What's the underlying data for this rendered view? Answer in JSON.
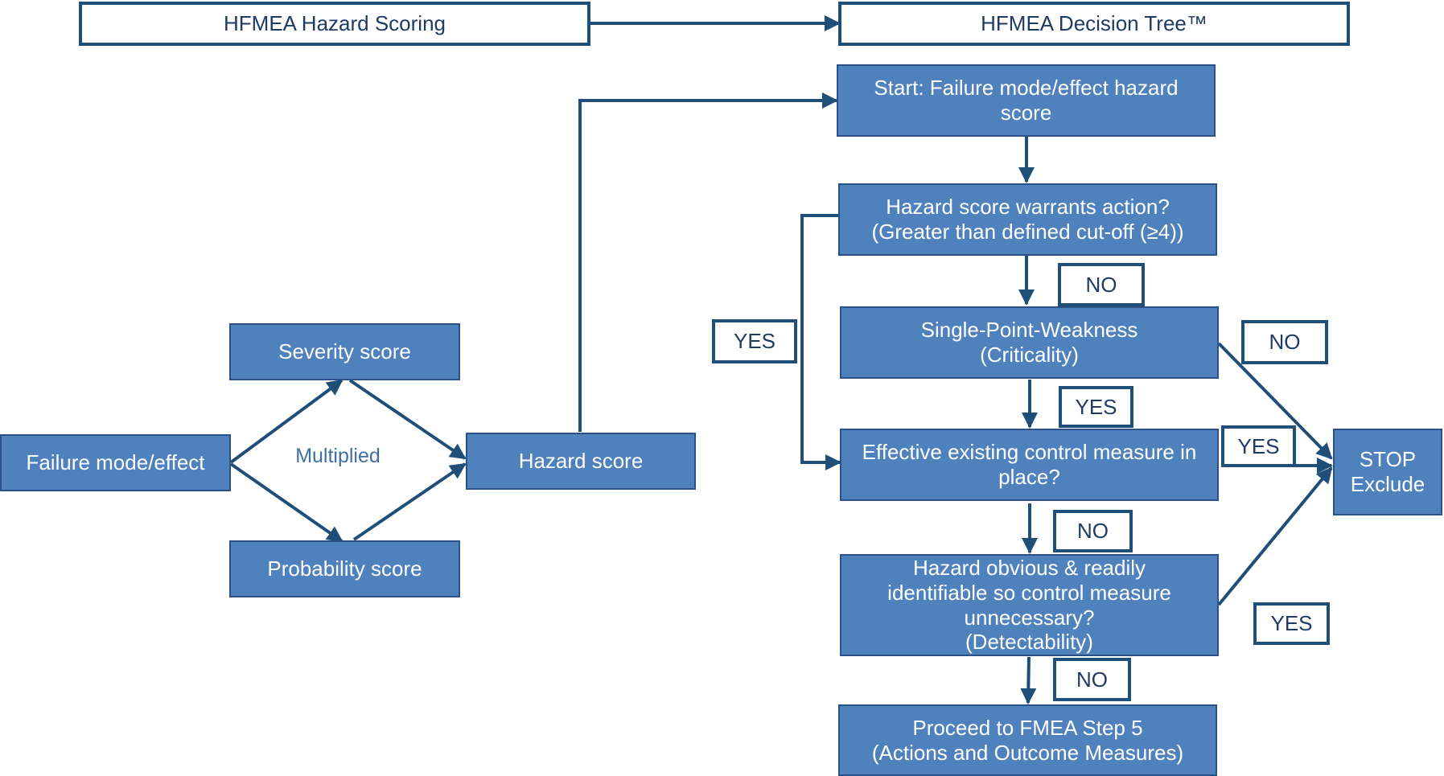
{
  "headers": {
    "scoring": "HFMEA Hazard Scoring",
    "decision_tree": "HFMEA Decision Tree™"
  },
  "left": {
    "failure_mode": "Failure mode/effect",
    "severity": "Severity score",
    "probability": "Probability score",
    "multiplied": "Multiplied",
    "hazard_score": "Hazard score"
  },
  "tree": {
    "start": "Start: Failure mode/effect hazard\nscore",
    "warrants_action": "Hazard score warrants action?\n(Greater than defined cut-off (≥4))",
    "single_point": "Single-Point-Weakness\n(Criticality)",
    "control_measure": "Effective existing control measure in\nplace?",
    "detectability": "Hazard obvious & readily\nidentifiable so control measure\nunnecessary?\n(Detectability)",
    "proceed": "Proceed to FMEA Step 5\n(Actions and Outcome Measures)",
    "stop": "STOP\nExclude"
  },
  "labels": {
    "yes_left": "YES",
    "no_1": "NO",
    "no_right": "NO",
    "yes_2": "YES",
    "yes_right": "YES",
    "no_3": "NO",
    "yes_bottom_right": "YES",
    "no_4": "NO"
  },
  "colors": {
    "box_fill": "#4f81bd",
    "line": "#1f4e79",
    "text_dark": "#1f3b63"
  }
}
